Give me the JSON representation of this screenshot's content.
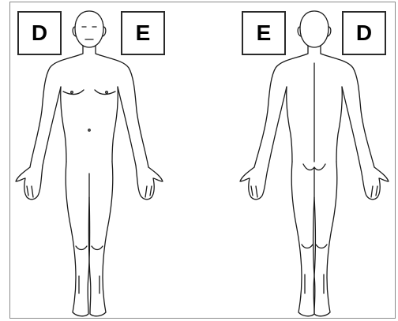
{
  "labels": {
    "front_left": "D",
    "front_right": "E",
    "back_left": "E",
    "back_right": "D"
  }
}
